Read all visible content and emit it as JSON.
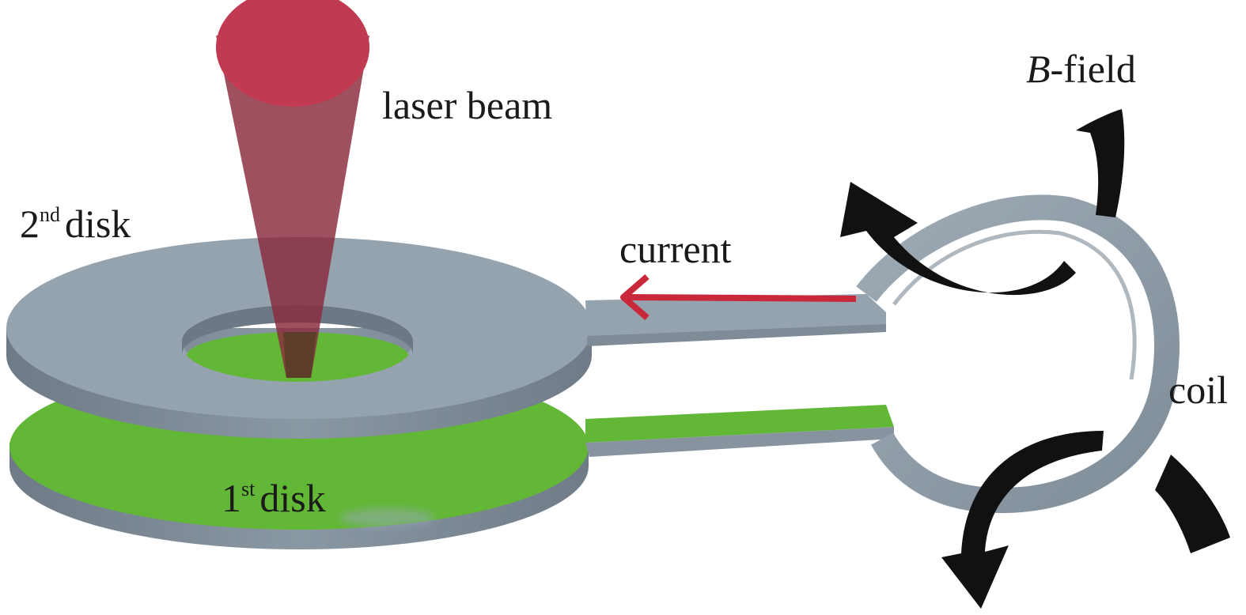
{
  "figure": {
    "type": "schematic",
    "colors": {
      "metal": "#95a3ae",
      "metal_side": "#7a8894",
      "metal_dark": "#5d6a75",
      "green": "#62b736",
      "laser": "#c23a52",
      "laser_body": "#8a2a3c",
      "current_arrow": "#c8283a",
      "field_arrow": "#111111"
    }
  },
  "labels": {
    "laser_beam": "laser beam",
    "b_field_symbol": "B",
    "b_field_suffix": "-field",
    "second_disk_num": "2",
    "second_disk_sup": "nd",
    "second_disk_word": "disk",
    "first_disk_num": "1",
    "first_disk_sup": "st",
    "first_disk_word": "disk",
    "current": "current",
    "coil": "coil"
  }
}
